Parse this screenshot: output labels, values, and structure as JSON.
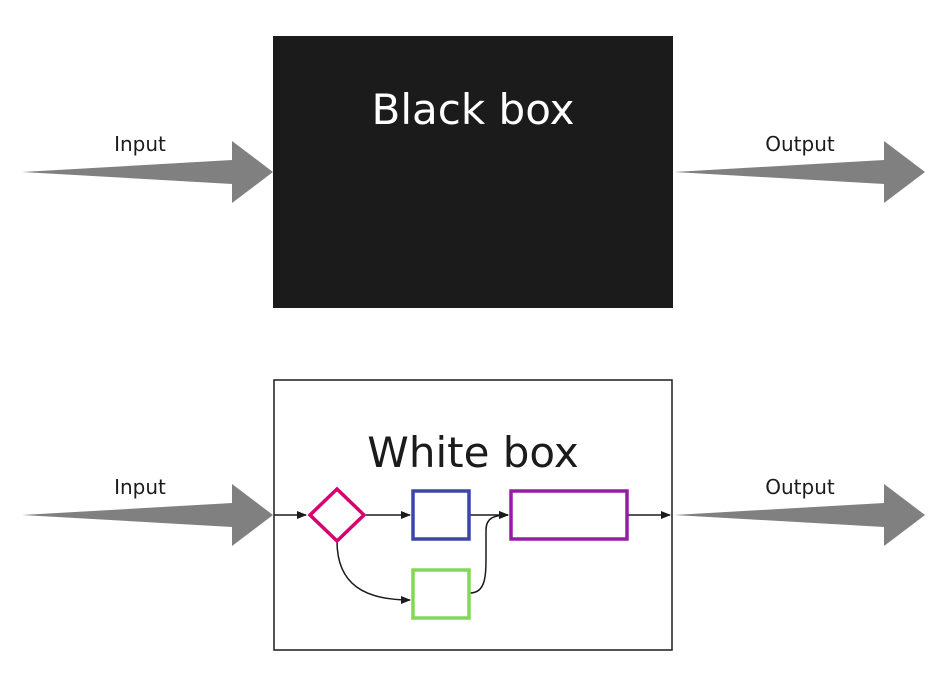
{
  "black_box": {
    "title": "Black box",
    "input_label": "Input",
    "output_label": "Output",
    "fill_color": "#1b1b1b",
    "title_color": "#ffffff"
  },
  "white_box": {
    "title": "White box",
    "input_label": "Input",
    "output_label": "Output",
    "fill_color": "#ffffff",
    "border_color": "#1b1b1b",
    "nodes": {
      "decision_color": "#d6006e",
      "process_a_color": "#3a46a8",
      "process_b_color": "#84d65a",
      "output_process_color": "#9a1aa8"
    }
  },
  "colors": {
    "arrow": "#808080",
    "label_text": "#1b1b1b",
    "connector": "#1b1b1b"
  }
}
